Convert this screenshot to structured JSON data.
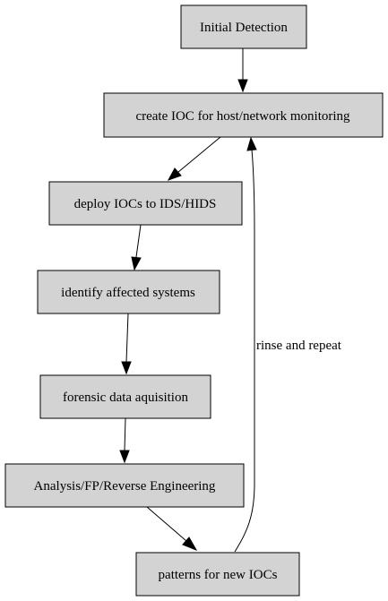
{
  "diagram": {
    "nodes": {
      "initial_detection": "Initial Detection",
      "create_ioc": "create IOC for host/network monitoring",
      "deploy_iocs": "deploy IOCs to IDS/HIDS",
      "identify_systems": "identify affected systems",
      "forensic_acquisition": "forensic data aquisition",
      "analysis": "Analysis/FP/Reverse Engineering",
      "patterns": "patterns for new IOCs"
    },
    "edges": [
      {
        "from": "Initial Detection",
        "to": "create IOC for host/network monitoring",
        "label": ""
      },
      {
        "from": "create IOC for host/network monitoring",
        "to": "deploy IOCs to IDS/HIDS",
        "label": ""
      },
      {
        "from": "deploy IOCs to IDS/HIDS",
        "to": "identify affected systems",
        "label": ""
      },
      {
        "from": "identify affected systems",
        "to": "forensic data aquisition",
        "label": ""
      },
      {
        "from": "forensic data aquisition",
        "to": "Analysis/FP/Reverse Engineering",
        "label": ""
      },
      {
        "from": "Analysis/FP/Reverse Engineering",
        "to": "patterns for new IOCs",
        "label": ""
      },
      {
        "from": "patterns for new IOCs",
        "to": "create IOC for host/network monitoring",
        "label": "rinse and repeat"
      }
    ],
    "node_fill": "#d3d3d3",
    "stroke_color": "#000000"
  }
}
